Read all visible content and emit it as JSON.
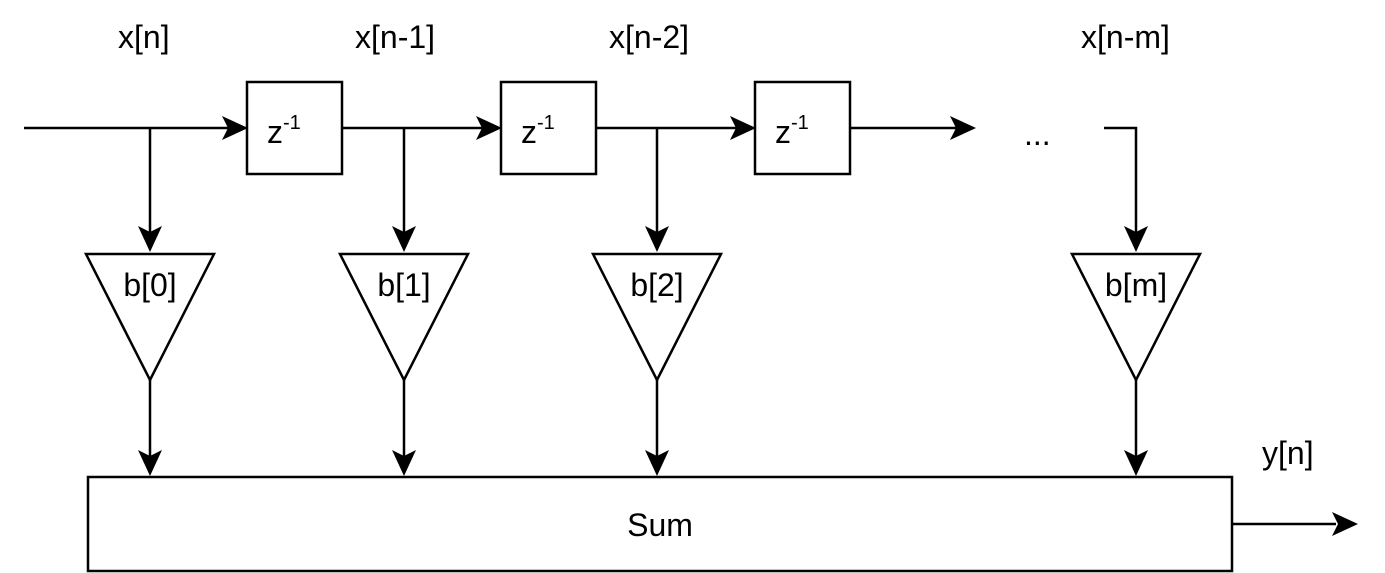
{
  "signals": {
    "x_n": "x[n]",
    "x_n1": "x[n-1]",
    "x_n2": "x[n-2]",
    "x_nm": "x[n-m]",
    "y_n": "y[n]"
  },
  "delay": {
    "base": "z",
    "exponent": "-1"
  },
  "ellipsis": "...",
  "coefficients": {
    "b0": "b[0]",
    "b1": "b[1]",
    "b2": "b[2]",
    "bm": "b[m]"
  },
  "sum_label": "Sum",
  "colors": {
    "stroke": "#000000",
    "background": "#ffffff"
  }
}
